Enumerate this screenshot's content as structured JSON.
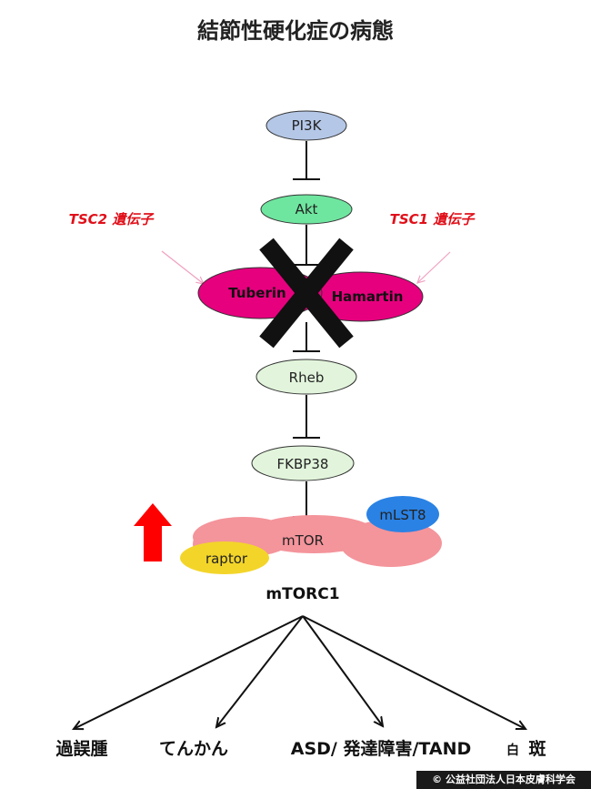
{
  "title": "結節性硬化症の病態",
  "nodes": {
    "pi3k": "PI3K",
    "akt": "Akt",
    "tuberin": "Tuberin",
    "hamartin": "Hamartin",
    "rheb": "Rheb",
    "fkbp38": "FKBP38",
    "mlst8": "mLST8",
    "mtor": "mTOR",
    "raptor": "raptor"
  },
  "genes": {
    "tsc2": "TSC2 遺伝子",
    "tsc1": "TSC1 遺伝子"
  },
  "complex_label": "mTORC1",
  "outcomes": {
    "o1": "過誤腫",
    "o2": "てんかん",
    "o3": "ASD/ 発達障害/TAND",
    "o4_small": "白",
    "o4_large": "斑"
  },
  "copyright": "© 公益社団法人日本皮膚科学会",
  "colors": {
    "pi3k": "#b4c7e7",
    "akt": "#6ee69f",
    "tsc_complex": "#e6007e",
    "downstream": "#e2f5dc",
    "mtor_body": "#f4949b",
    "mlst8": "#2a82e4",
    "raptor": "#f3d52a",
    "up_arrow": "#ff0000",
    "gene_text": "#e0101a"
  }
}
